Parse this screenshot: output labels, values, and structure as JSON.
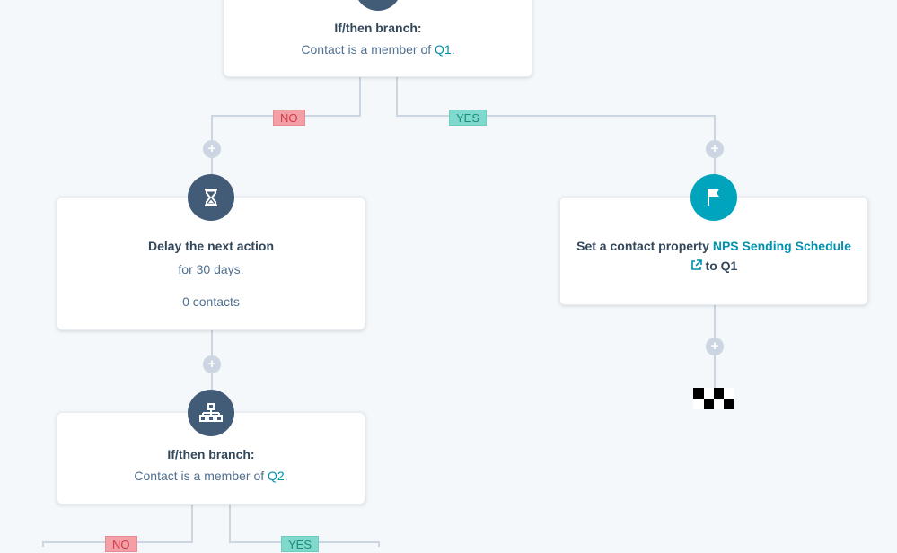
{
  "branch_q1": {
    "title": "If/then branch:",
    "desc_prefix": "Contact is a member of ",
    "list_link": "Q1",
    "desc_suffix": "."
  },
  "branch_labels": {
    "no": "NO",
    "yes": "YES"
  },
  "delay": {
    "title": "Delay the next action",
    "duration": "for 30 days.",
    "contacts": "0 contacts",
    "icon": "hourglass-icon"
  },
  "set_property": {
    "prefix": "Set a contact property ",
    "property_link": "NPS Sending Schedule",
    "value": " to Q1",
    "icon": "flag-icon"
  },
  "branch_q2": {
    "title": "If/then branch:",
    "desc_prefix": "Contact is a member of ",
    "list_link": "Q2",
    "desc_suffix": ".",
    "icon": "branch-icon"
  },
  "plus_label": "+",
  "colors": {
    "background": "#f5f8fa",
    "node_dark": "#425b76",
    "node_teal": "#00a4bd",
    "link": "#0091ae",
    "no_tag": "#f2a0a6",
    "yes_tag": "#7fd9cc",
    "connector": "#cbd6e2"
  }
}
